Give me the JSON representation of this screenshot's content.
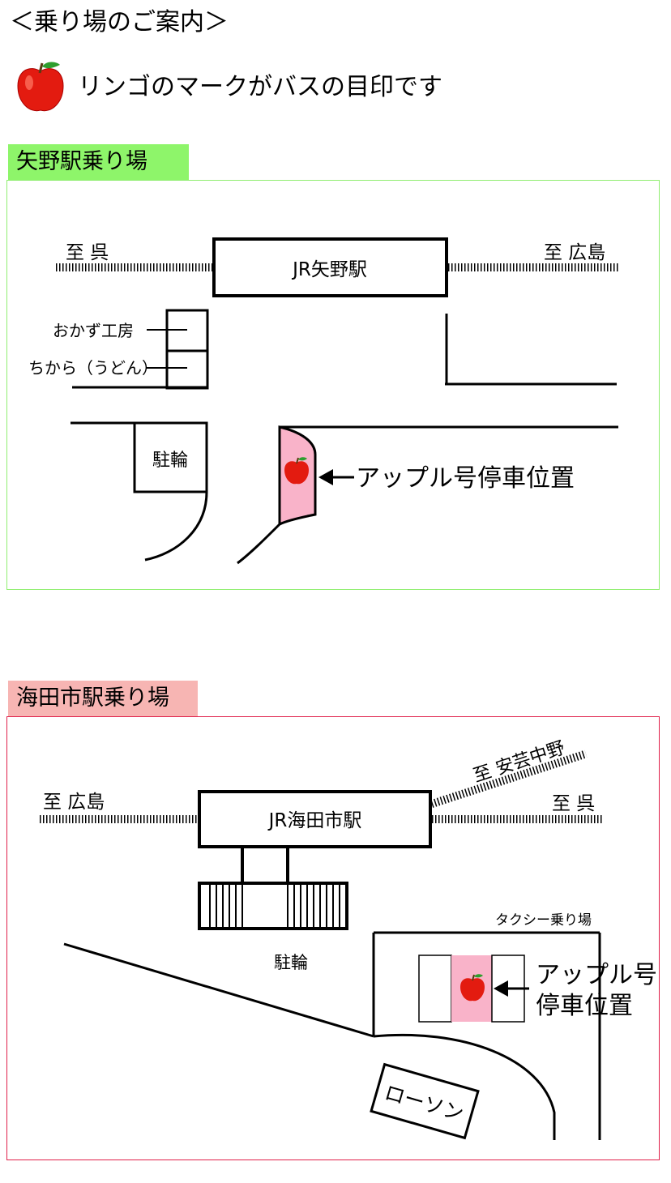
{
  "page": {
    "title": "＜乗り場のご案内＞",
    "legend_text": "リンゴのマークがバスの目印です",
    "legend_icon": "apple-icon"
  },
  "colors": {
    "yano_tab": "#8ef56a",
    "yano_border": "#90ee70",
    "kaita_tab": "#f7b5b3",
    "kaita_border": "#e0204a",
    "stop_highlight": "#f9b3c9",
    "apple_red": "#e31b10",
    "apple_leaf": "#2e9e2e"
  },
  "yano": {
    "title": "矢野駅乗り場",
    "station": "JR矢野駅",
    "dir_left": "至 呉",
    "dir_right": "至 広島",
    "shop1": "おかず工房",
    "shop2": "ちから（うどん）",
    "bike_parking": "駐輪",
    "stop_label": "アップル号停車位置"
  },
  "kaita": {
    "title": "海田市駅乗り場",
    "station": "JR海田市駅",
    "dir_left": "至 広島",
    "dir_right": "至 呉",
    "dir_branch": "至 安芸中野",
    "bike_parking": "駐輪",
    "taxi": "タクシー乗り場",
    "store": "ローソン",
    "stop_label_1": "アップル号",
    "stop_label_2": "停車位置"
  }
}
